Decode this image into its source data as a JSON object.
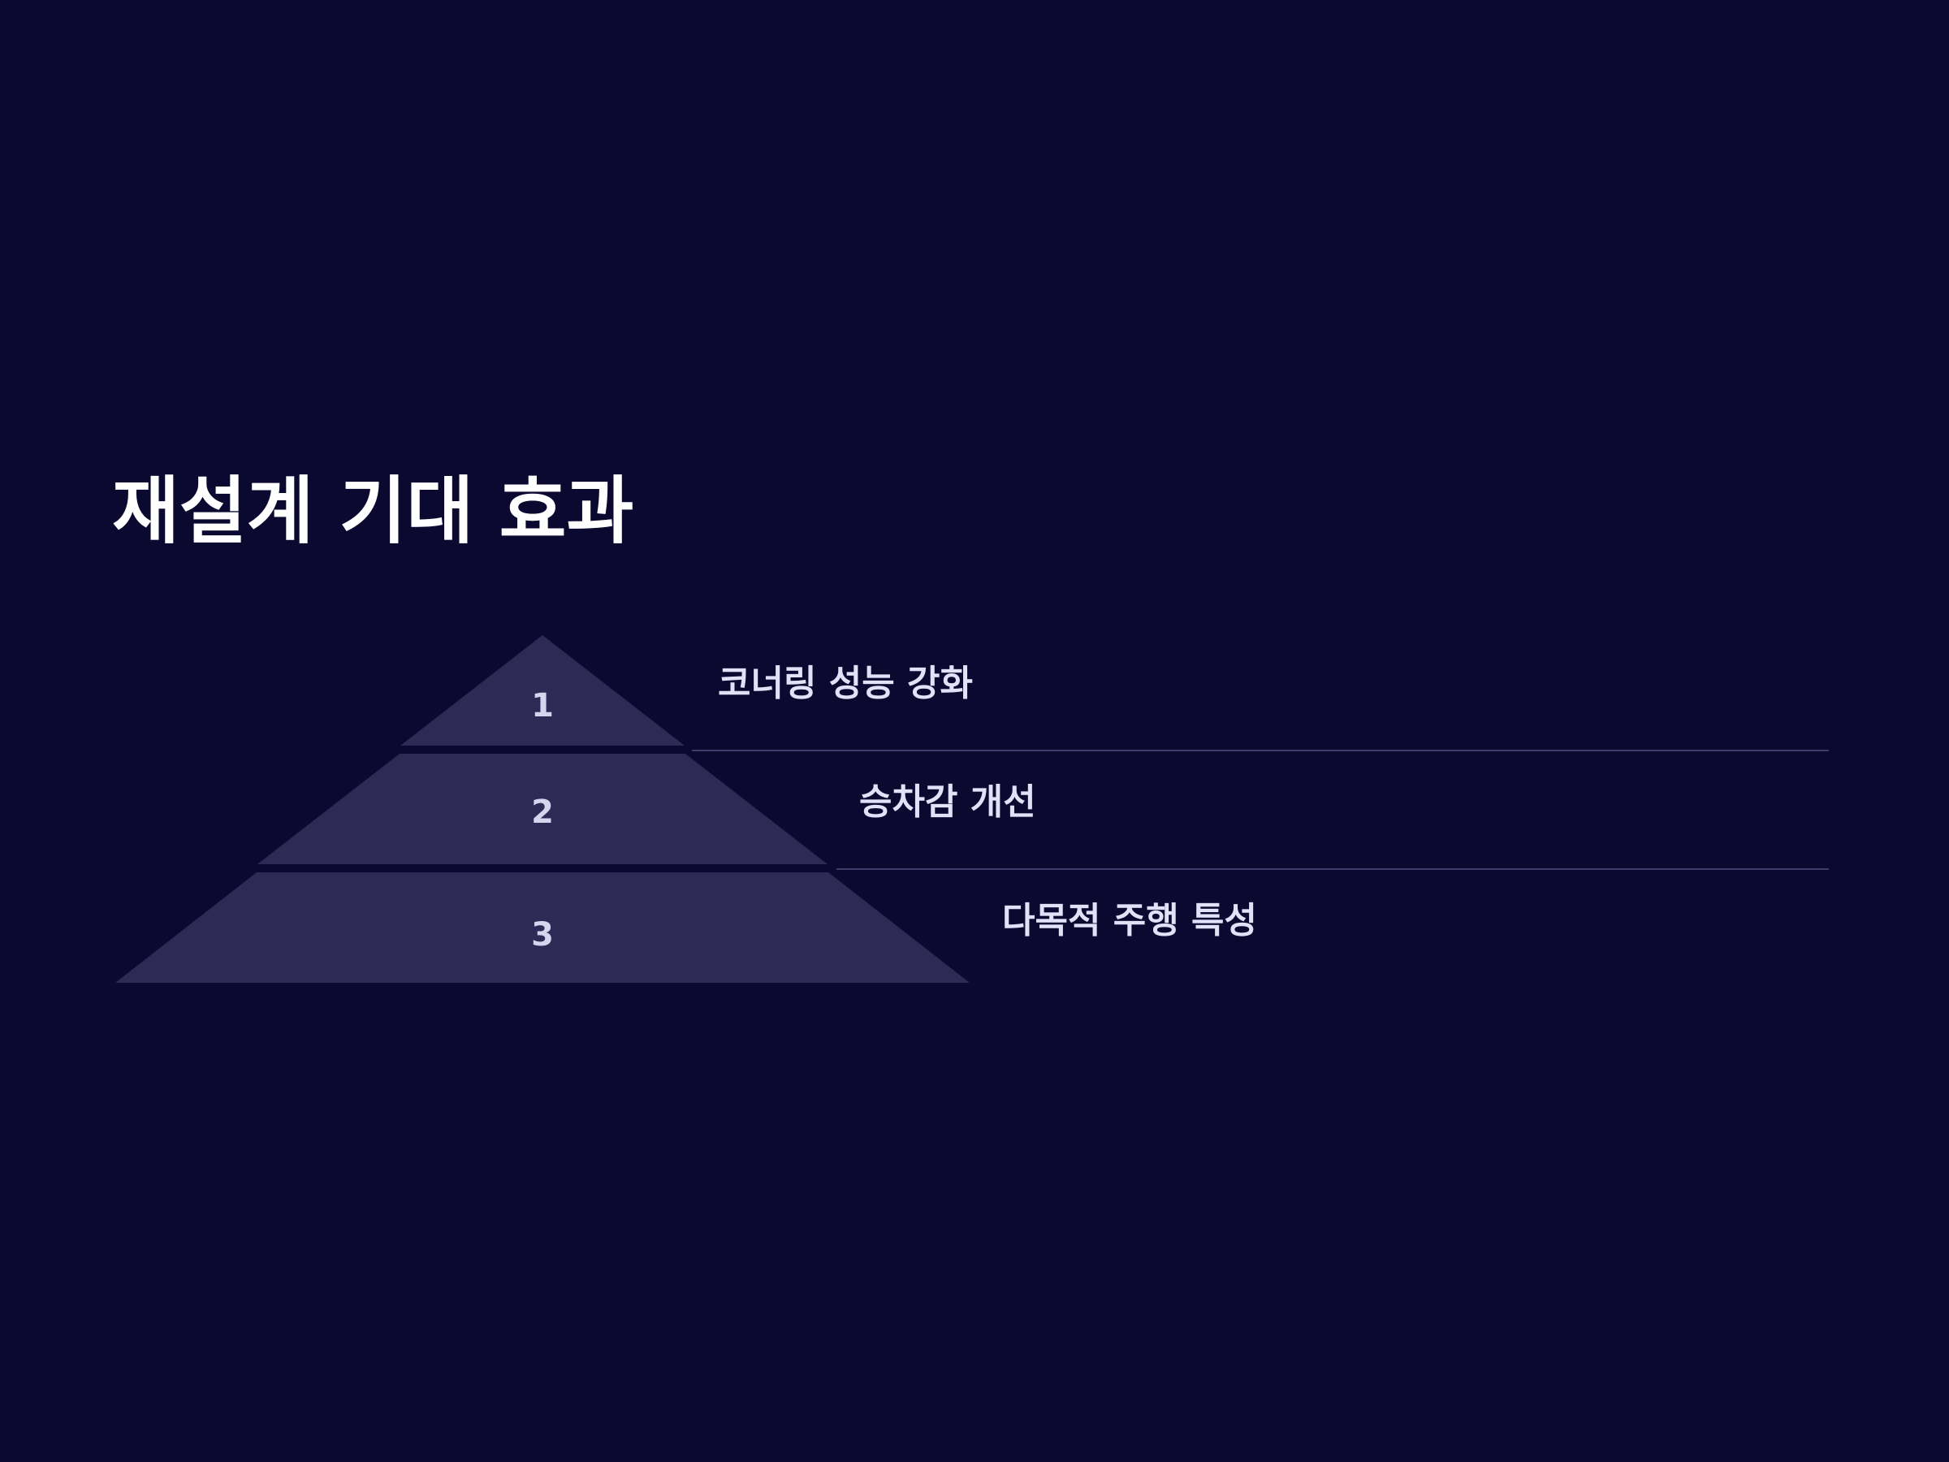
{
  "slide": {
    "title": "재설계 기대 효과"
  },
  "pyramid": {
    "tiers": [
      {
        "number": "1",
        "label": "코너링 성능 강화"
      },
      {
        "number": "2",
        "label": "승차감 개선"
      },
      {
        "number": "3",
        "label": "다목적 주행 특성"
      }
    ]
  },
  "colors": {
    "background": "#0b0930",
    "tier_fill": "#2d2a55",
    "title_text": "#ffffff",
    "label_text": "#e3e1f7",
    "separator": "#3f3c6b"
  }
}
